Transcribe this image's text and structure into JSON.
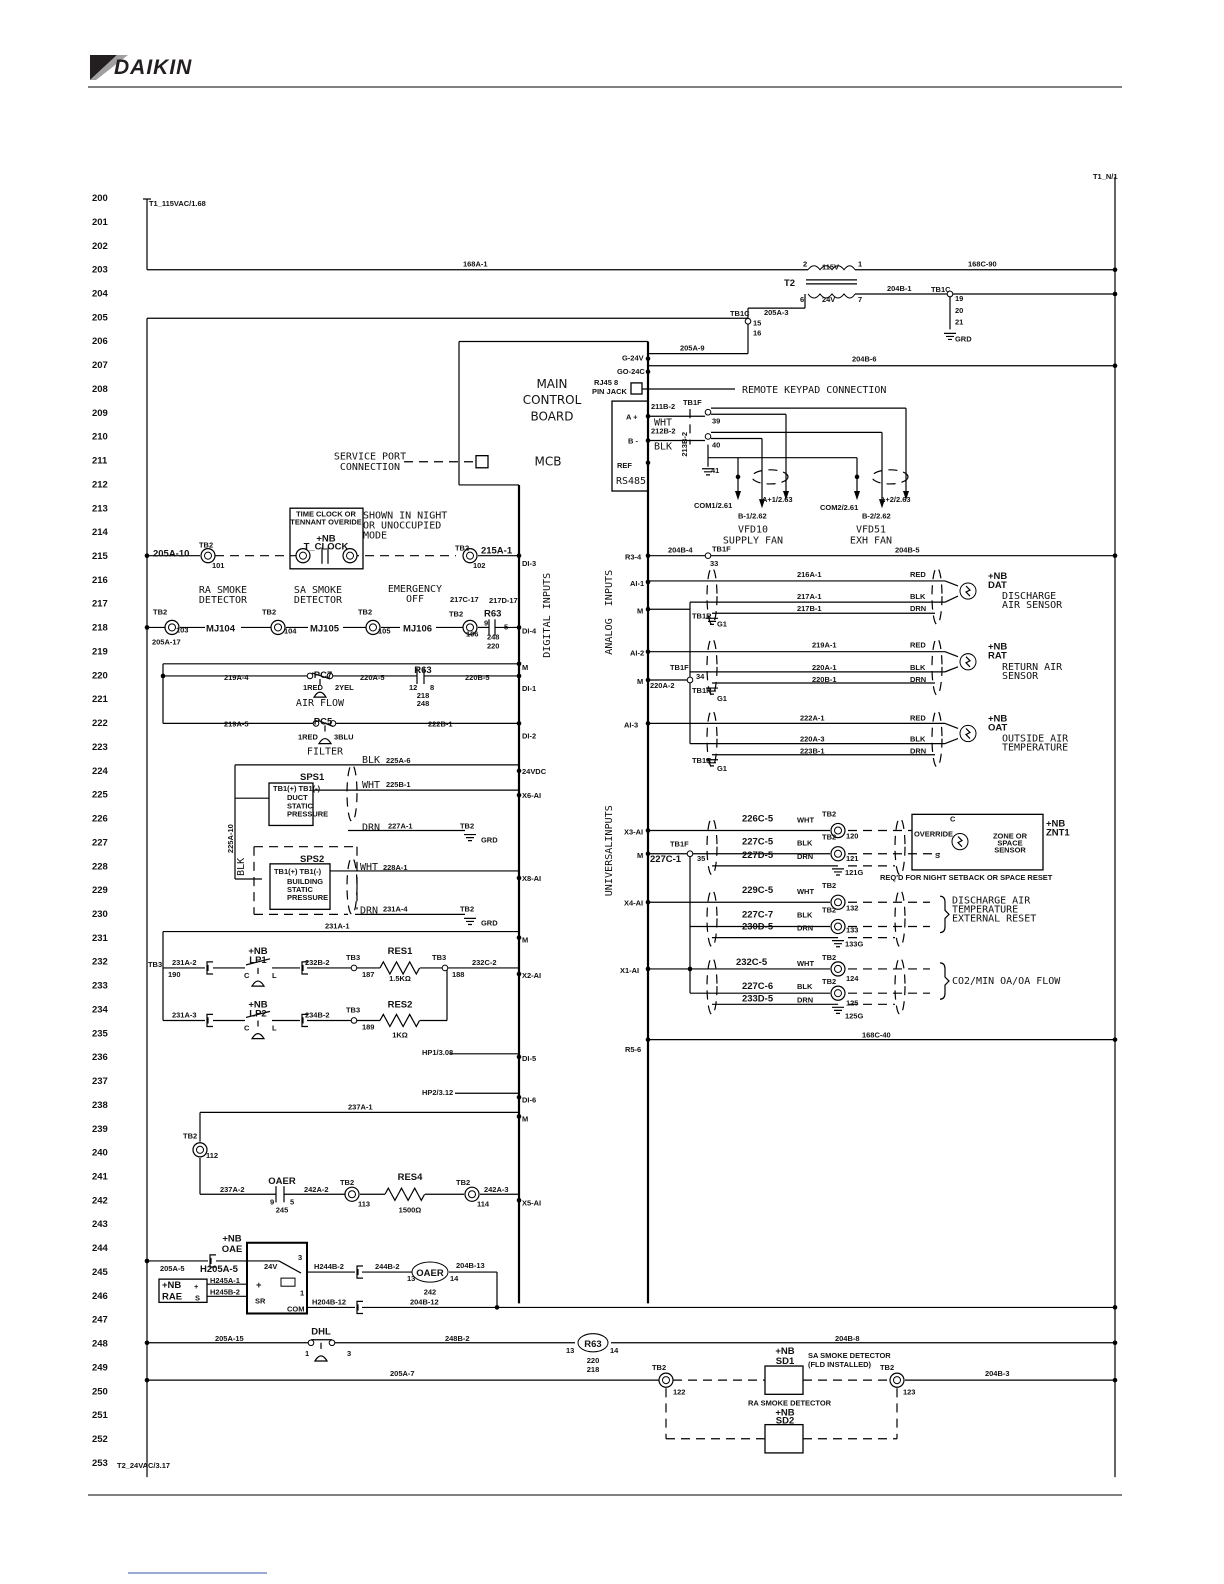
{
  "header": {
    "logo_text": "DAIKIN",
    "brand_color": "#231f20",
    "logo_accent": "#a0a0a0"
  },
  "row_numbers": [
    "200",
    "201",
    "202",
    "203",
    "204",
    "205",
    "206",
    "207",
    "208",
    "209",
    "210",
    "211",
    "212",
    "213",
    "214",
    "215",
    "216",
    "217",
    "218",
    "219",
    "220",
    "221",
    "222",
    "223",
    "224",
    "225",
    "226",
    "227",
    "228",
    "229",
    "230",
    "231",
    "232",
    "233",
    "234",
    "235",
    "236",
    "237",
    "238",
    "239",
    "240",
    "241",
    "242",
    "243",
    "244",
    "245",
    "246",
    "247",
    "248",
    "249",
    "250",
    "251",
    "252",
    "253"
  ],
  "diagram": {
    "labels": {
      "t1_115": "T1_115VAC/1.68",
      "t1_n": "T1_N/1",
      "w168A1": "168A-1",
      "w168C90": "168C-90",
      "v115": "115V",
      "v24": "24V",
      "t2": "T2",
      "p2": "2",
      "p1": "1",
      "p6": "6",
      "p7": "7",
      "w204B1": "204B-1",
      "tb1c_a": "TB1C",
      "n19": "19",
      "n20": "20",
      "n21": "21",
      "grd_a": "GRD",
      "tb1c_b": "TB1C",
      "w205A3": "205A-3",
      "n15": "15",
      "n16": "16",
      "w205A9": "205A-9",
      "w204B6": "204B-6",
      "g24v": "G-24V",
      "go24c": "GO-24C",
      "main": "MAIN",
      "control": "CONTROL",
      "board": "BOARD",
      "mcb": "MCB",
      "rj45": "RJ45 8",
      "pinjack": "PIN JACK",
      "keypad": "REMOTE KEYPAD CONNECTION",
      "w211B2": "211B-2",
      "wht_a": "WHT",
      "w212B2": "212B-2",
      "blk_a": "BLK",
      "pin_a": "A +",
      "pin_b": "B -",
      "ref": "REF",
      "rs485": "RS485",
      "tb1f_a": "TB1F",
      "n39": "39",
      "n40": "40",
      "n41": "41",
      "w213B2": "213B-2",
      "com1": "COM1/2.61",
      "ap1": "A+1/2.63",
      "bm1": "B-1/2.62",
      "vfd10": "VFD10",
      "supply_fan": "SUPPLY FAN",
      "com2": "COM2/2.61",
      "ap2": "A+2/2.63",
      "bm2": "B-2/2.62",
      "vfd51": "VFD51",
      "exh_fan": "EXH FAN",
      "service_port": "SERVICE PORT",
      "connection": "CONNECTION",
      "tc1": "TIME CLOCK OR",
      "tc2": "TENNANT OVERIDE",
      "nb_tc": "+NB",
      "t_clock": "T_CLOCK",
      "shown1": "SHOWN IN NIGHT",
      "shown2": "OR UNOCCUPIED",
      "shown3": "MODE",
      "w205A10": "205A-10",
      "tb2_101": "TB2",
      "n101": "101",
      "tb2_102": "TB2",
      "n102": "102",
      "w215A1": "215A-1",
      "di3": "DI-3",
      "ra_smoke1": "RA SMOKE",
      "ra_smoke2": "DETECTOR",
      "sa_smoke1": "SA SMOKE",
      "sa_smoke2": "DETECTOR",
      "emerg1": "EMERGENCY",
      "emerg2": "OFF",
      "tb2_103": "TB2",
      "n103": "103",
      "mj104": "MJ104",
      "tb2_104": "TB2",
      "n104": "104",
      "mj105": "MJ105",
      "tb2_105": "TB2",
      "n105": "105",
      "mj106": "MJ106",
      "tb2_106": "TB2",
      "n106": "106",
      "n9a": "9",
      "w217C17": "217C-17",
      "r63a": "R63",
      "w217D17": "217D-17",
      "n5a": "5",
      "n248a": "248",
      "n220a": "220",
      "w205A17": "205A-17",
      "di4": "DI-4",
      "digital": "DIGITAL",
      "inputs_d": "INPUTS",
      "m1": "M",
      "w219A4": "219A-4",
      "pc7": "PC7",
      "w220A5": "220A-5",
      "r63b": "R63",
      "w220B5": "220B-5",
      "red7": "1RED",
      "yel7": "2YEL",
      "n12": "12",
      "n8": "8",
      "n218b": "218",
      "n248b": "248",
      "air_flow": "AIR FLOW",
      "di1": "DI-1",
      "w219A5": "219A-5",
      "pc5": "PC5",
      "w222B1": "222B-1",
      "red5": "1RED",
      "blu5": "3BLU",
      "filter": "FILTER",
      "di2": "DI-2",
      "blk_s1": "BLK",
      "w225A6": "225A-6",
      "vdc24": "24VDC",
      "sps1": "SPS1",
      "tb1pm1": "TB1(+) TB1(-)",
      "duct": "DUCT",
      "static1": "STATIC",
      "pressure1": "PRESSURE",
      "wht_s1": "WHT",
      "w225B1": "225B-1",
      "x6ai": "X6-AI",
      "drn_s1": "DRN",
      "w227A1": "227A-1",
      "tb2_g1": "TB2",
      "grd_g1": "GRD",
      "w225A10": "225A-10",
      "blk_v": "BLK",
      "sps2": "SPS2",
      "tb1pm2": "TB1(+) TB1(-)",
      "building": "BUILDING",
      "static2": "STATIC",
      "pressure2": "PRESSURE",
      "wht_s2": "WHT",
      "w228A1": "228A-1",
      "x8ai": "X8-AI",
      "drn_s2": "DRN",
      "w231A4": "231A-4",
      "tb2_g2": "TB2",
      "grd_g2": "GRD",
      "w231A1": "231A-1",
      "m2": "M",
      "tb3_190": "TB3",
      "n190": "190",
      "w231A2": "231A-2",
      "nb_lp1": "+NB",
      "lp1": "LP1",
      "c1": "C",
      "l1": "L",
      "w232B2": "232B-2",
      "tb3_187": "TB3",
      "n187": "187",
      "res1": "RES1",
      "ohm15k": "1.5KΩ",
      "tb3_188": "TB3",
      "n188": "188",
      "w232C2": "232C-2",
      "x2ai": "X2-AI",
      "w231A3": "231A-3",
      "nb_lp2": "+NB",
      "lp2": "LP2",
      "c2": "C",
      "l2": "L",
      "w234B2": "234B-2",
      "tb3_189": "TB3",
      "n189": "189",
      "res2": "RES2",
      "ohm1k": "1KΩ",
      "hp1": "HP1/3.08",
      "di5": "DI-5",
      "hp2": "HP2/3.12",
      "di6": "DI-6",
      "w237A1": "237A-1",
      "m3": "M",
      "tb2_112": "TB2",
      "n112": "112",
      "oaer1": "OAER",
      "w237A2": "237A-2",
      "n9b": "9",
      "n5b": "5",
      "n245": "245",
      "w242A2": "242A-2",
      "tb2_113": "TB2",
      "n113": "113",
      "res4": "RES4",
      "ohm1500": "1500Ω",
      "tb2_114": "TB2",
      "n114": "114",
      "w242A3": "242A-3",
      "x5ai": "X5-AI",
      "nb_oae": "+NB",
      "oae": "OAE",
      "w205A5": "205A-5",
      "wH205A5": "H205A-5",
      "v24b": "24V",
      "n3": "3",
      "n1": "1",
      "wH245A1": "H245A-1",
      "plus": "+",
      "wH245B2": "H245B-2",
      "sr": "SR",
      "com": "COM",
      "nb_rae": "+NB",
      "rae": "RAE",
      "rae_plus": "+",
      "rae_s": "S",
      "wH244B2": "H244B-2",
      "w244B2": "244B-2",
      "n13a": "13",
      "oaer2": "OAER",
      "n14a": "14",
      "n242": "242",
      "w204B13": "204B-13",
      "wH204B12": "H204B-12",
      "w204B12": "204B-12",
      "w205A15": "205A-15",
      "dhl": "DHL",
      "dhl1": "1",
      "dhl3": "3",
      "w248B2": "248B-2",
      "n13b": "13",
      "r63c": "R63",
      "n14b": "14",
      "n220c": "220",
      "n218c": "218",
      "w204B8": "204B-8",
      "w205A7": "205A-7",
      "tb2_122": "TB2",
      "n122": "122",
      "nb_sd1": "+NB",
      "sd1": "SD1",
      "sa_sd1": "SA SMOKE DETECTOR",
      "sa_sd2": "(FLD INSTALLED)",
      "tb2_123": "TB2",
      "n123": "123",
      "w204B3": "204B-3",
      "ra_sd": "RA SMOKE DETECTOR",
      "nb_sd2": "+NB",
      "sd2": "SD2",
      "t2_24": "T2_24VAC/3.17",
      "w204B4": "204B-4",
      "tb1f_33": "TB1F",
      "n33": "33",
      "w204B5": "204B-5",
      "r34": "R3-4",
      "analog": "ANALOG",
      "inputs_a": "INPUTS",
      "ai1": "AI-1",
      "m4": "M",
      "tb1r1": "TB1R",
      "g1a": "G1",
      "w216A1": "216A-1",
      "red1": "RED",
      "w217A1": "217A-1",
      "blk1": "BLK",
      "w217B1": "217B-1",
      "drn1": "DRN",
      "nb_dat": "+NB",
      "dat": "DAT",
      "dat1": "DISCHARGE",
      "dat2": "AIR SENSOR",
      "ai2": "AI-2",
      "tb1f_34": "TB1F",
      "n34": "34",
      "m5": "M",
      "w220A2": "220A-2",
      "tb1r2": "TB1R",
      "g1b": "G1",
      "w219A1": "219A-1",
      "red2": "RED",
      "w220A1": "220A-1",
      "blk2": "BLK",
      "w220B1": "220B-1",
      "drn2": "DRN",
      "nb_rat": "+NB",
      "rat": "RAT",
      "rat1": "RETURN AIR",
      "rat2": "SENSOR",
      "ai3": "AI-3",
      "tb1r3": "TB1R",
      "g1c": "G1",
      "w222A1": "222A-1",
      "red3": "RED",
      "w220A3": "220A-3",
      "blk3": "BLK",
      "w223B1": "223B-1",
      "drn3": "DRN",
      "nb_oat": "+NB",
      "oat": "OAT",
      "oat1": "OUTSIDE AIR",
      "oat2": "TEMPERATURE",
      "universal": "UNIVERSAL",
      "inputs_u": "INPUTS",
      "x3ai": "X3-AI",
      "m6": "M",
      "tb1f_35": "TB1F",
      "w227C1": "227C-1",
      "n35": "35",
      "w226C5": "226C-5",
      "wht4": "WHT",
      "tb2_120": "TB2",
      "n120": "120",
      "w227C5": "227C-5",
      "blk4": "BLK",
      "tb2_121": "TB2",
      "w227D5": "227D-5",
      "drn4": "DRN",
      "n121": "121",
      "n121g": "121G",
      "override": "OVERRIDE",
      "zc": "C",
      "zs": "S",
      "zone1": "ZONE OR",
      "zone2": "SPACE",
      "zone3": "SENSOR",
      "nb_znt": "+NB",
      "znt1": "ZNT1",
      "reqd": "REQ'D FOR NIGHT SETBACK OR SPACE RESET",
      "x4ai": "X4-AI",
      "w229C5": "229C-5",
      "wht5": "WHT",
      "tb2_132": "TB2",
      "n132": "132",
      "w227C7": "227C-7",
      "blk5": "BLK",
      "tb2_133": "TB2",
      "w230D5": "230D-5",
      "drn5": "DRN",
      "n133": "133",
      "n133g": "133G",
      "dat_ext1": "DISCHARGE AIR",
      "dat_ext2": "TEMPERATURE",
      "dat_ext3": "EXTERNAL RESET",
      "x1ai": "X1-AI",
      "w232C5": "232C-5",
      "wht6": "WHT",
      "tb2_124": "TB2",
      "n124": "124",
      "w227C6": "227C-6",
      "blk6": "BLK",
      "tb2_125": "TB2",
      "w233D5": "233D-5",
      "drn6": "DRN",
      "n125": "125",
      "n125g": "125G",
      "co2": "CO2/MIN OA/OA FLOW",
      "r56": "R5-6",
      "w168C40": "168C-40"
    }
  }
}
